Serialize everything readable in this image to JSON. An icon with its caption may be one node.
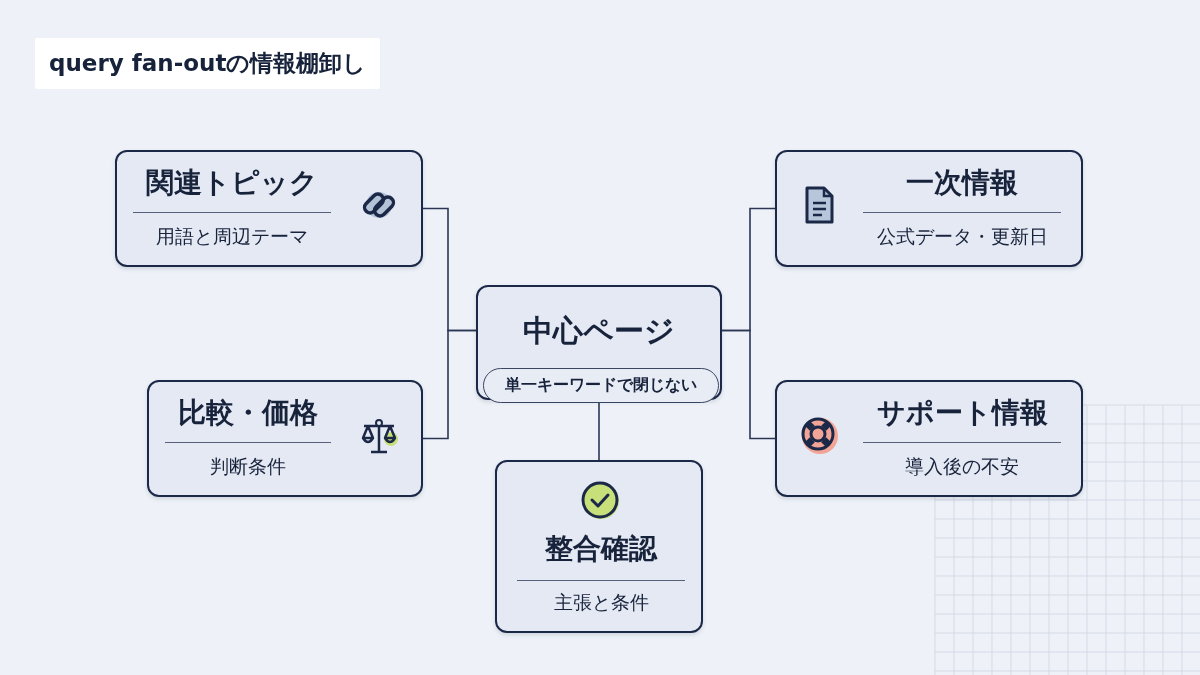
{
  "diagram": {
    "title": "query fan-outの情報棚卸し",
    "nodes": [
      {
        "text": [
          "関連トピック",
          "用語と周辺テーマ"
        ]
      },
      {
        "text": [
          "一次情報",
          "公式データ・更新日"
        ]
      },
      {
        "text": [
          "中心ページ",
          "単一キーワードで閉じない"
        ]
      },
      {
        "text": [
          "比較・価格",
          "判断条件"
        ]
      },
      {
        "text": [
          "サポート情報",
          "導入後の不安"
        ]
      },
      {
        "text": [
          "整合確認",
          "主張と条件"
        ]
      }
    ],
    "edges": [
      {
        "from": 2,
        "to": 0,
        "arrow": "none"
      },
      {
        "from": 2,
        "to": 1,
        "arrow": "none"
      },
      {
        "from": 2,
        "to": 3,
        "arrow": "none"
      },
      {
        "from": 2,
        "to": 4,
        "arrow": "none"
      },
      {
        "from": 2,
        "to": 5,
        "arrow": "none"
      }
    ]
  }
}
